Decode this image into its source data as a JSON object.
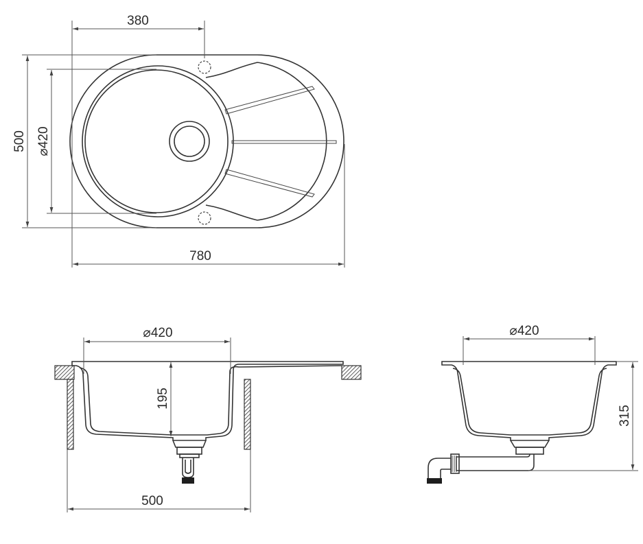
{
  "drawing": {
    "top_view": {
      "dim_tap_offset": "380",
      "dim_depth": "500",
      "dim_bowl_diameter": "⌀420",
      "dim_width": "780"
    },
    "front_view": {
      "dim_bowl_diameter": "⌀420",
      "dim_bowl_depth": "195",
      "dim_cabinet_width": "500"
    },
    "side_view": {
      "dim_bowl_diameter": "⌀420",
      "dim_total_height": "315"
    }
  }
}
